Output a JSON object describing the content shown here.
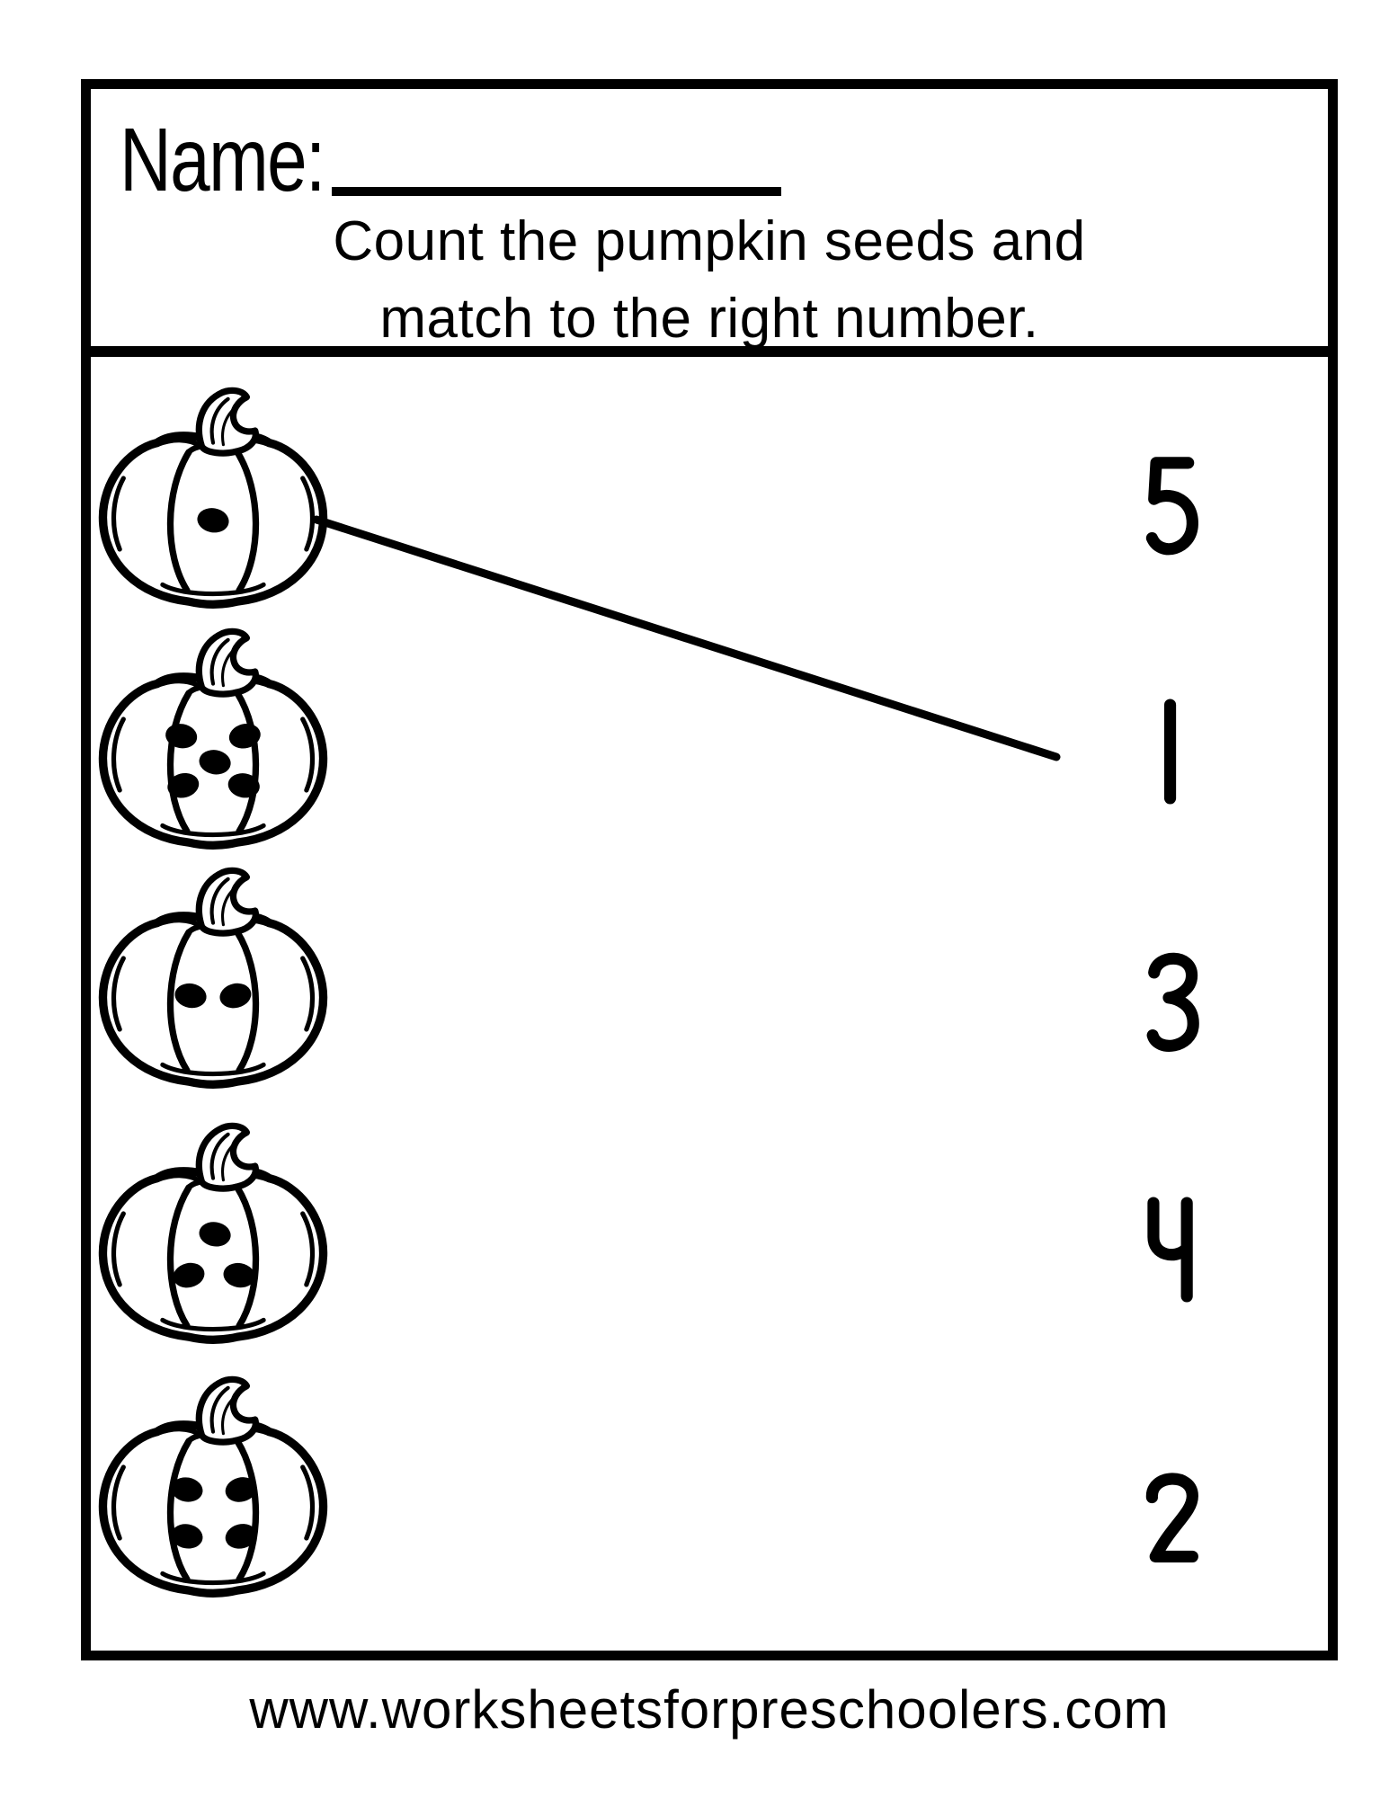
{
  "colors": {
    "ink": "#000000",
    "paper": "#ffffff"
  },
  "header": {
    "name_label": "Name:",
    "instructions": [
      "Count the pumpkin seeds and",
      "match to the right number."
    ]
  },
  "matching": {
    "pumpkins": [
      {
        "seeds": 1
      },
      {
        "seeds": 5
      },
      {
        "seeds": 2
      },
      {
        "seeds": 3
      },
      {
        "seeds": 4
      }
    ],
    "numbers": [
      "5",
      "1",
      "3",
      "4",
      "2"
    ],
    "drawn_answer": {
      "pumpkin_index": 0,
      "number": "1"
    }
  },
  "footer": {
    "url": "www.worksheetsforpreschoolers.com"
  }
}
